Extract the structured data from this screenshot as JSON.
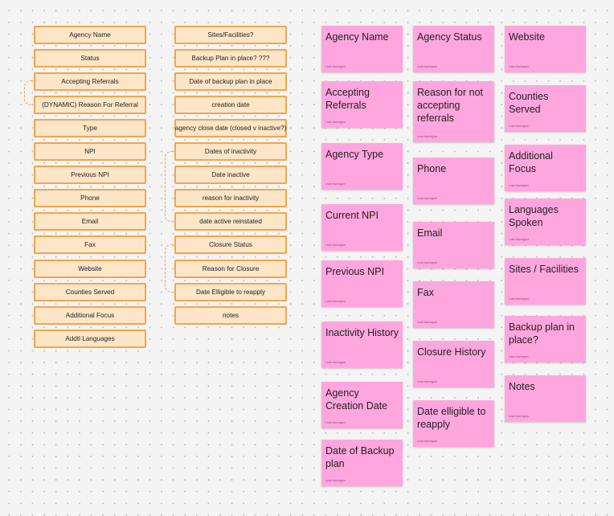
{
  "column1": [
    "Agency Name",
    "Status",
    "Accepting Referrals",
    "(DYNAMIC) Reason For Referral",
    "Type",
    "NPI",
    "Previous NPI",
    "Phone",
    "Email",
    "Fax",
    "Website",
    "Counties Served",
    "Additional Focus",
    "Addtl Languages"
  ],
  "column2": [
    "Sites/Facilities?",
    "Backup Plan in place? ???",
    "Date of backup plan in place",
    "creation date",
    "agency close date (closed v inactive?)",
    "Dates of inactivity",
    "Date inactive",
    "reason for inactivity",
    "date active reinstated",
    "Closure Status",
    "Reason for Closure",
    "Date Elligible to reapply",
    "notes"
  ],
  "stickies": {
    "author": "Leah Harrington",
    "col_a": [
      "Agency Name",
      "Accepting Referrals",
      "Agency Type",
      "Current NPI",
      "Previous NPI",
      "Inactivity History",
      "Agency Creation Date",
      "Date of Backup plan"
    ],
    "col_b": [
      "Agency Status",
      "Reason for not accepting referrals",
      "Phone",
      "Email",
      "Fax",
      "Closure History",
      "Date elligible to reapply"
    ],
    "col_c": [
      "Website",
      "Counties Served",
      "Additional Focus",
      "Languages Spoken",
      "Sites / Facilities",
      "Backup plan in place?",
      "Notes"
    ]
  },
  "colors": {
    "box_fill": "#fde6c8",
    "box_border": "#f5a44a",
    "sticky_fill": "#ffa6de",
    "canvas": "#f4f4f4"
  }
}
